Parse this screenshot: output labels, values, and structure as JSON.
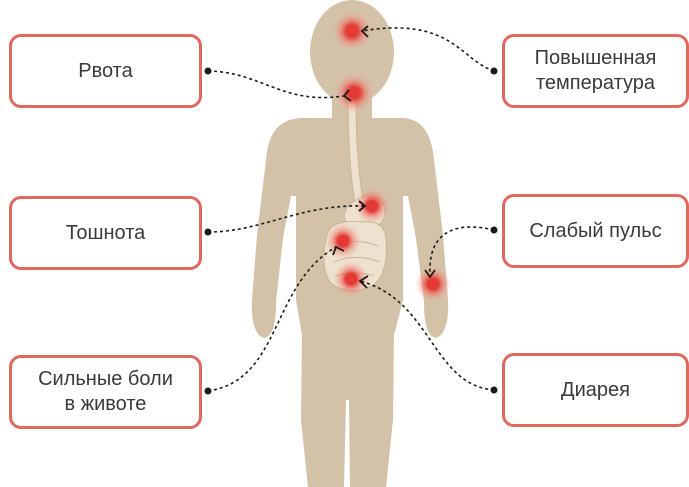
{
  "symptoms": {
    "vomiting": "Рвота",
    "fever": "Повышенная\nтемпература",
    "nausea": "Тошнота",
    "weak_pulse": "Слабый пульс",
    "abdominal_pain": "Сильные боли\nв животе",
    "diarrhea": "Диарея"
  },
  "colors": {
    "box_border": "#e0685c",
    "body": "#d4c2a8",
    "organs": "#ede2cf",
    "pain_marker": "#e53935",
    "connector": "#1a1a1a"
  }
}
